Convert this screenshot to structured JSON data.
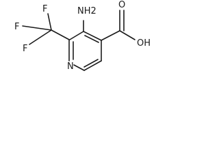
{
  "molecule": {
    "atoms": {
      "nh2": "NH2",
      "nitrogen": "N",
      "hydroxyl": "OH",
      "carbonyl_oxygen": "O",
      "fluorine_top": "F",
      "fluorine_left": "F",
      "fluorine_bottom": "F"
    }
  }
}
